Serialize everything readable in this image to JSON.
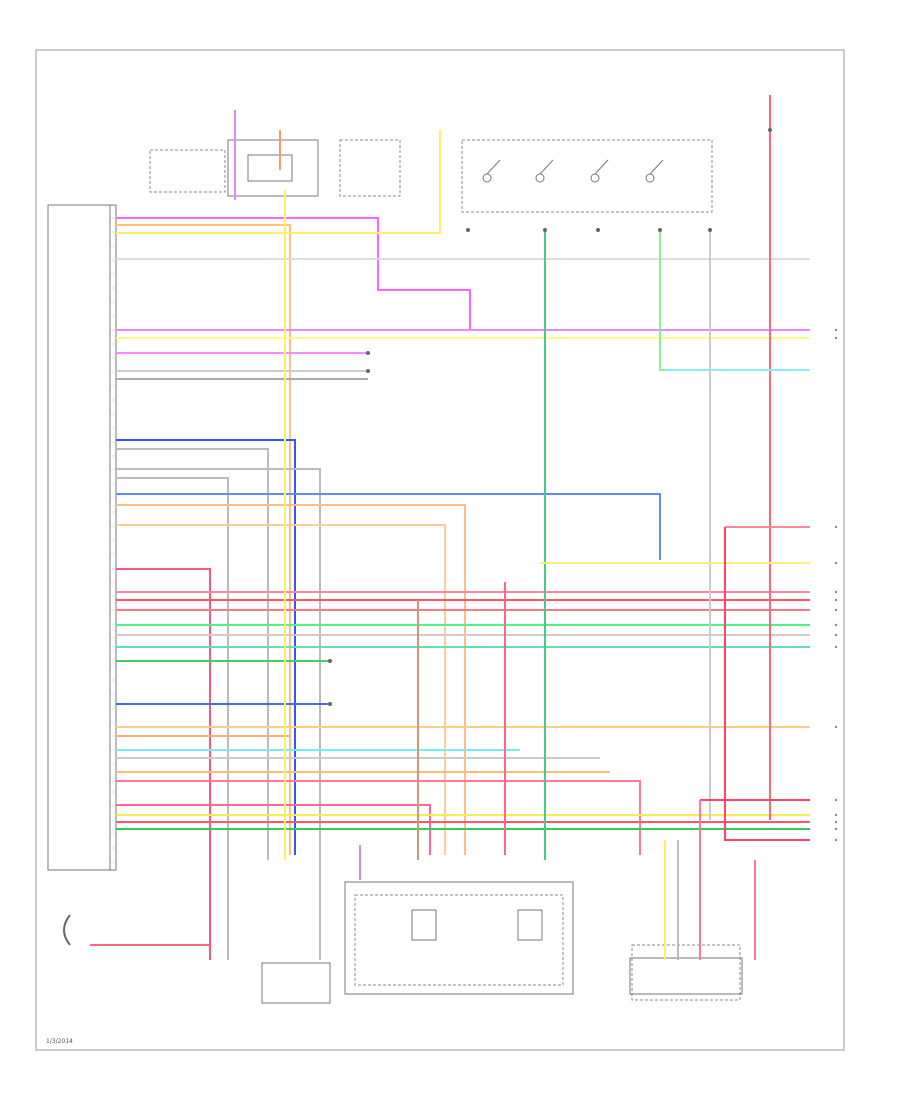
{
  "diagram": {
    "page_label": "1/3/2014",
    "wires": [
      {
        "name": "wire-pink-top",
        "color": "#ff55ff"
      },
      {
        "name": "wire-orange-top",
        "color": "#ffb870"
      },
      {
        "name": "wire-yellow-top",
        "color": "#ffee66"
      },
      {
        "name": "wire-grey-top",
        "color": "#cccccc"
      },
      {
        "name": "wire-violet",
        "color": "#dd88ff"
      },
      {
        "name": "wire-lightyellow",
        "color": "#ffff88"
      },
      {
        "name": "wire-red",
        "color": "#ff4466"
      },
      {
        "name": "wire-blue",
        "color": "#3366ff"
      },
      {
        "name": "wire-green",
        "color": "#33dd55"
      },
      {
        "name": "wire-cyan",
        "color": "#55ddee"
      },
      {
        "name": "wire-tan",
        "color": "#cc9966"
      },
      {
        "name": "wire-brown",
        "color": "#bb7755"
      }
    ]
  }
}
